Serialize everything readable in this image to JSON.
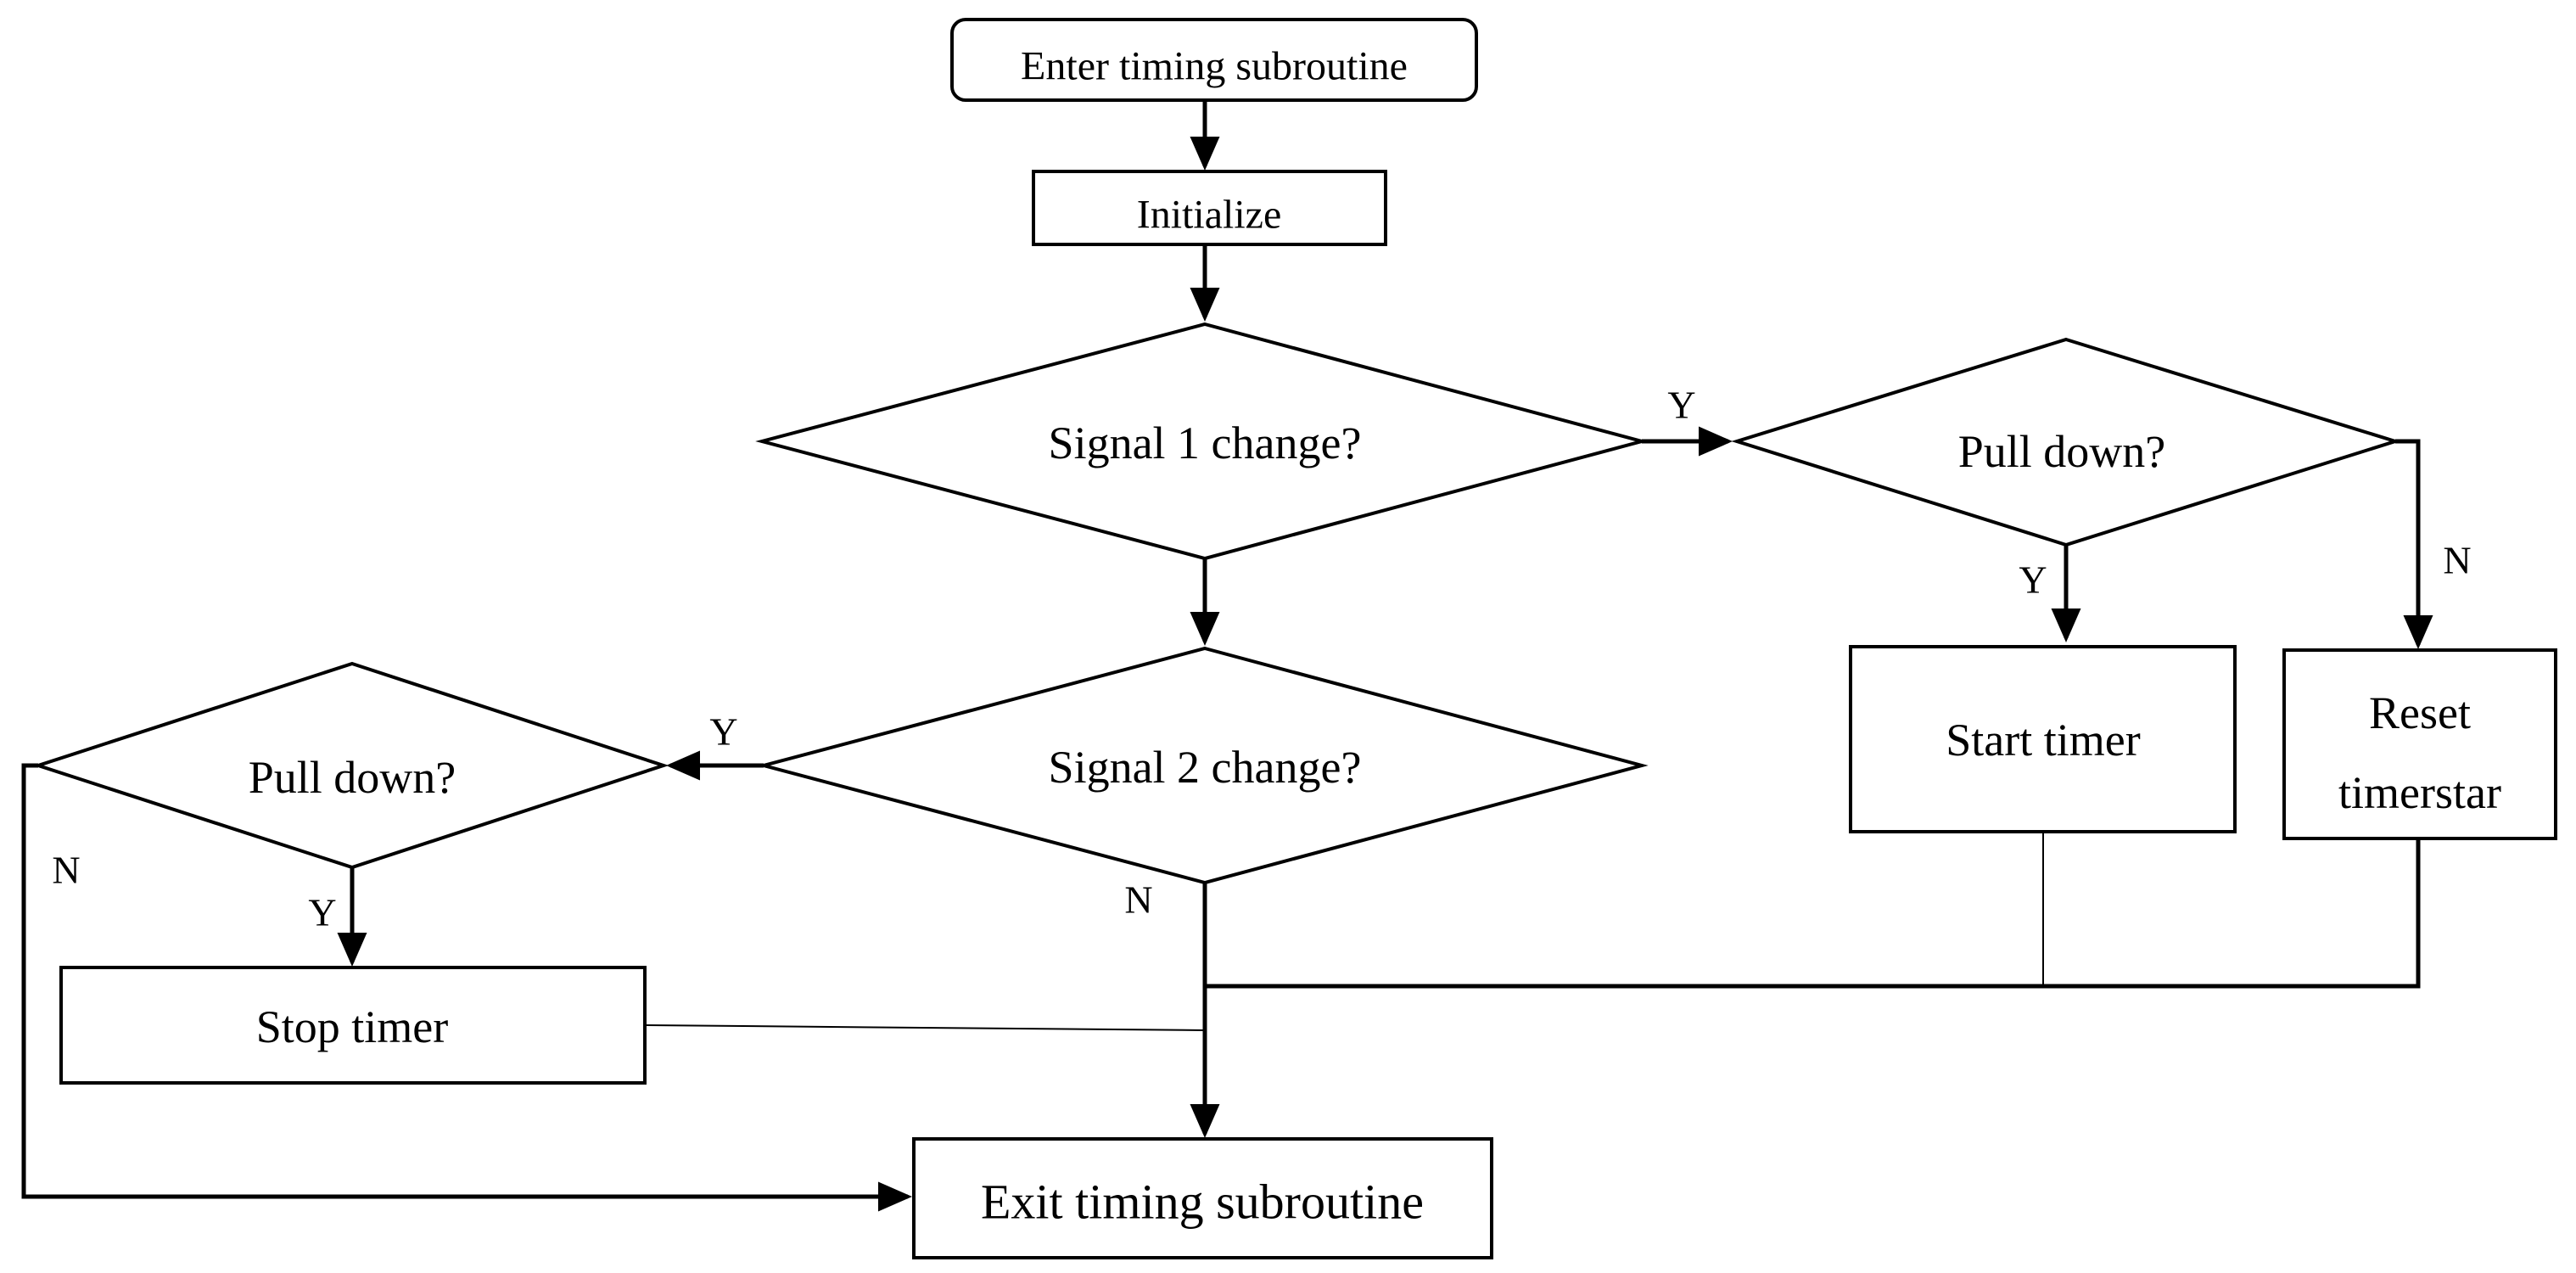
{
  "diagram": {
    "nodes": {
      "enter": {
        "label": "Enter timing subroutine"
      },
      "initialize": {
        "label": "Initialize"
      },
      "signal1": {
        "label": "Signal 1 change?"
      },
      "pulldown_right": {
        "label": "Pull down?"
      },
      "start_timer": {
        "label": "Start timer"
      },
      "reset_timerstar": {
        "lines": [
          "Reset",
          "timerstar"
        ]
      },
      "signal2": {
        "label": "Signal 2 change?"
      },
      "pulldown_left": {
        "label": "Pull down?"
      },
      "stop_timer": {
        "label": "Stop timer"
      },
      "exit": {
        "label": "Exit timing subroutine"
      }
    },
    "edge_labels": {
      "signal1_yes": "Y",
      "pulldown_right_yes": "Y",
      "pulldown_right_no": "N",
      "signal2_yes": "Y",
      "signal2_no": "N",
      "pulldown_left_yes": "Y",
      "pulldown_left_no": "N"
    }
  }
}
